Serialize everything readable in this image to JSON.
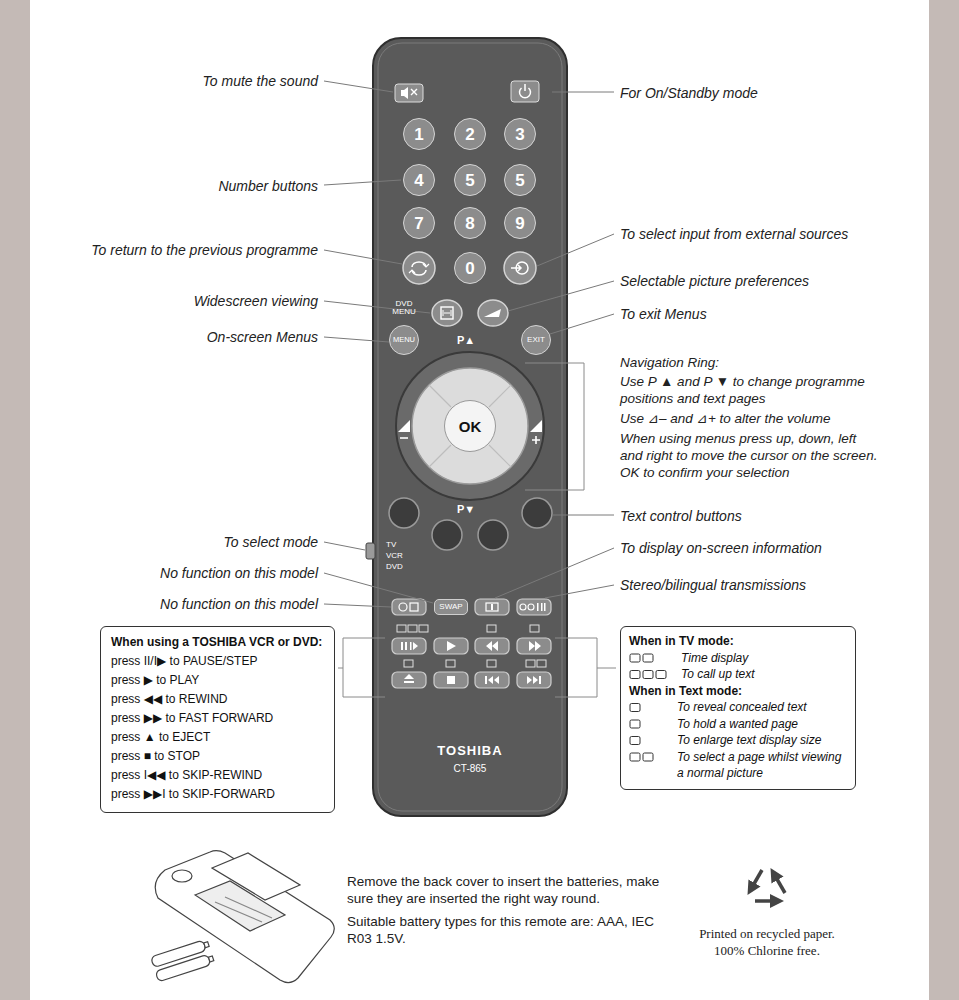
{
  "diagram": {
    "nodes": [
      {
        "text": [
          "DVD MENU",
          "P▲",
          "P▼",
          "TV",
          "VCR",
          "DVD",
          "TOSHIBA",
          "CT-865"
        ]
      },
      {
        "text": [
          "1"
        ],
        "in": 0
      },
      {
        "text": [
          "2"
        ],
        "in": 0
      },
      {
        "text": [
          "3"
        ],
        "in": 0
      },
      {
        "text": [
          "4"
        ],
        "in": 0
      },
      {
        "text": [
          "5"
        ],
        "in": 0
      },
      {
        "text": [
          "5"
        ],
        "in": 0
      },
      {
        "text": [
          "7"
        ],
        "in": 0
      },
      {
        "text": [
          "8"
        ],
        "in": 0
      },
      {
        "text": [
          "9"
        ],
        "in": 0
      },
      {
        "text": [
          "0"
        ],
        "in": 0
      },
      {
        "text": [
          "MENU"
        ],
        "in": 0
      },
      {
        "text": [
          "EXIT"
        ],
        "in": 0
      },
      {
        "text": [
          "OK"
        ],
        "in": 0
      },
      {
        "text": [
          "SWAP"
        ],
        "in": 0
      },
      {
        "text": [
          "When using a TOSHIBA VCR or DVD:",
          "press II/I▶ to PAUSE/STEP",
          "press ▶ to PLAY",
          "press ◀◀ to REWIND",
          "press ▶▶ to FAST FORWARD",
          "press ▲ to EJECT",
          "press ■ to STOP",
          "press I◀◀ to SKIP-REWIND",
          "press ▶▶I to SKIP-FORWARD"
        ]
      },
      {
        "text": [
          "When in TV mode:",
          "Time display",
          "To call up text",
          "When in Text mode:",
          "To reveal concealed text",
          "To hold a wanted page",
          "To enlarge text display size",
          "To select a page whilst viewing a normal picture"
        ]
      }
    ],
    "labels": [
      "To mute the sound",
      "For On/Standby mode",
      "Number buttons",
      "To return to the previous programme",
      "To select input from external sources",
      "Selectable picture preferences",
      "Widescreen viewing",
      "To exit Menus",
      "On-screen Menus",
      "Navigation Ring:",
      "Use P ▲ and P ▼ to change programme positions and text pages",
      "Use ⊿– and ⊿+ to alter the volume",
      "When using menus press up, down, left and right to move the cursor on the screen. OK to confirm your selection",
      "Text control buttons",
      "To select mode",
      "To display on-screen information",
      "No function on this model",
      "Stereo/bilingual transmissions",
      "No function on this model",
      "Remove the back cover to insert the batteries, make sure they are inserted the right way round.",
      "Suitable battery types for this remote are: AAA, IEC R03 1.5V.",
      "Printed on recycled paper. 100% Chlorine free."
    ]
  }
}
